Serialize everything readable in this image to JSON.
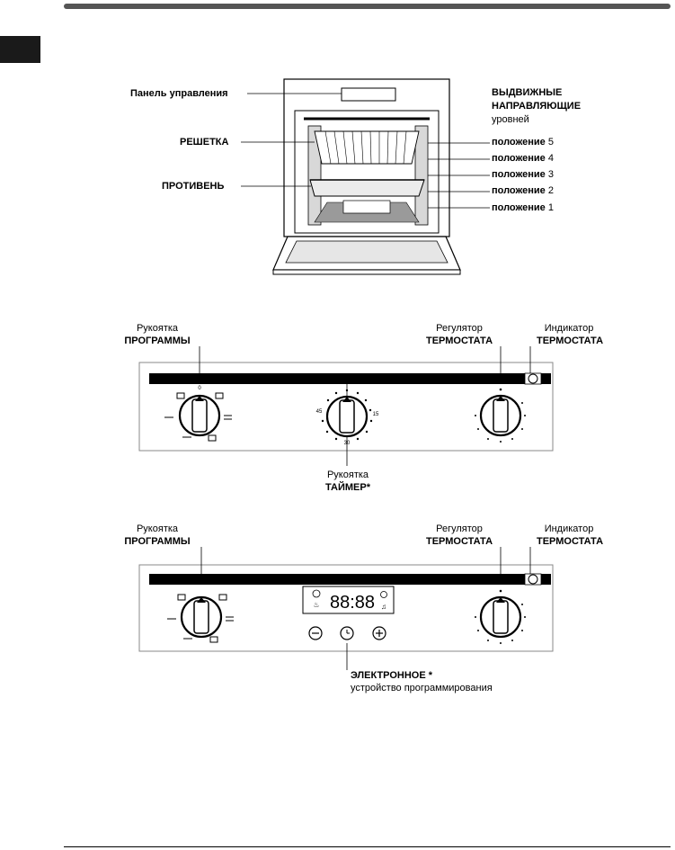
{
  "oven": {
    "labels": {
      "control_panel": "Панель управления",
      "rack": "РЕШЕТКА",
      "tray": "ПРОТИВЕНЬ",
      "guides_line1": "ВЫДВИЖНЫЕ",
      "guides_line2": "НАПРАВЛЯЮЩИЕ",
      "guides_line3": "уровней"
    },
    "positions": [
      {
        "text": "положение",
        "num": "5"
      },
      {
        "text": "положение",
        "num": "4"
      },
      {
        "text": "положение",
        "num": "3"
      },
      {
        "text": "положение",
        "num": "2"
      },
      {
        "text": "положение",
        "num": "1"
      }
    ]
  },
  "panel1": {
    "program_caption": "Рукоятка",
    "program_title": "ПРОГРАММЫ",
    "thermostat_caption": "Регулятор",
    "thermostat_title": "ТЕРМОСТАТА",
    "indicator_caption": "Индикатор",
    "indicator_title": "ТЕРМОСТАТА",
    "timer_caption": "Рукоятка",
    "timer_title": "ТАЙМЕР*",
    "timer_ticks": [
      "45",
      "15",
      "30"
    ]
  },
  "panel2": {
    "program_caption": "Рукоятка",
    "program_title": "ПРОГРАММЫ",
    "thermostat_caption": "Регулятор",
    "thermostat_title": "ТЕРМОСТАТА",
    "indicator_caption": "Индикатор",
    "indicator_title": "ТЕРМОСТАТА",
    "display_digits": "88:88",
    "electronic_title": "ЭЛЕКТРОННОЕ *",
    "electronic_caption": "устройство программирования"
  }
}
